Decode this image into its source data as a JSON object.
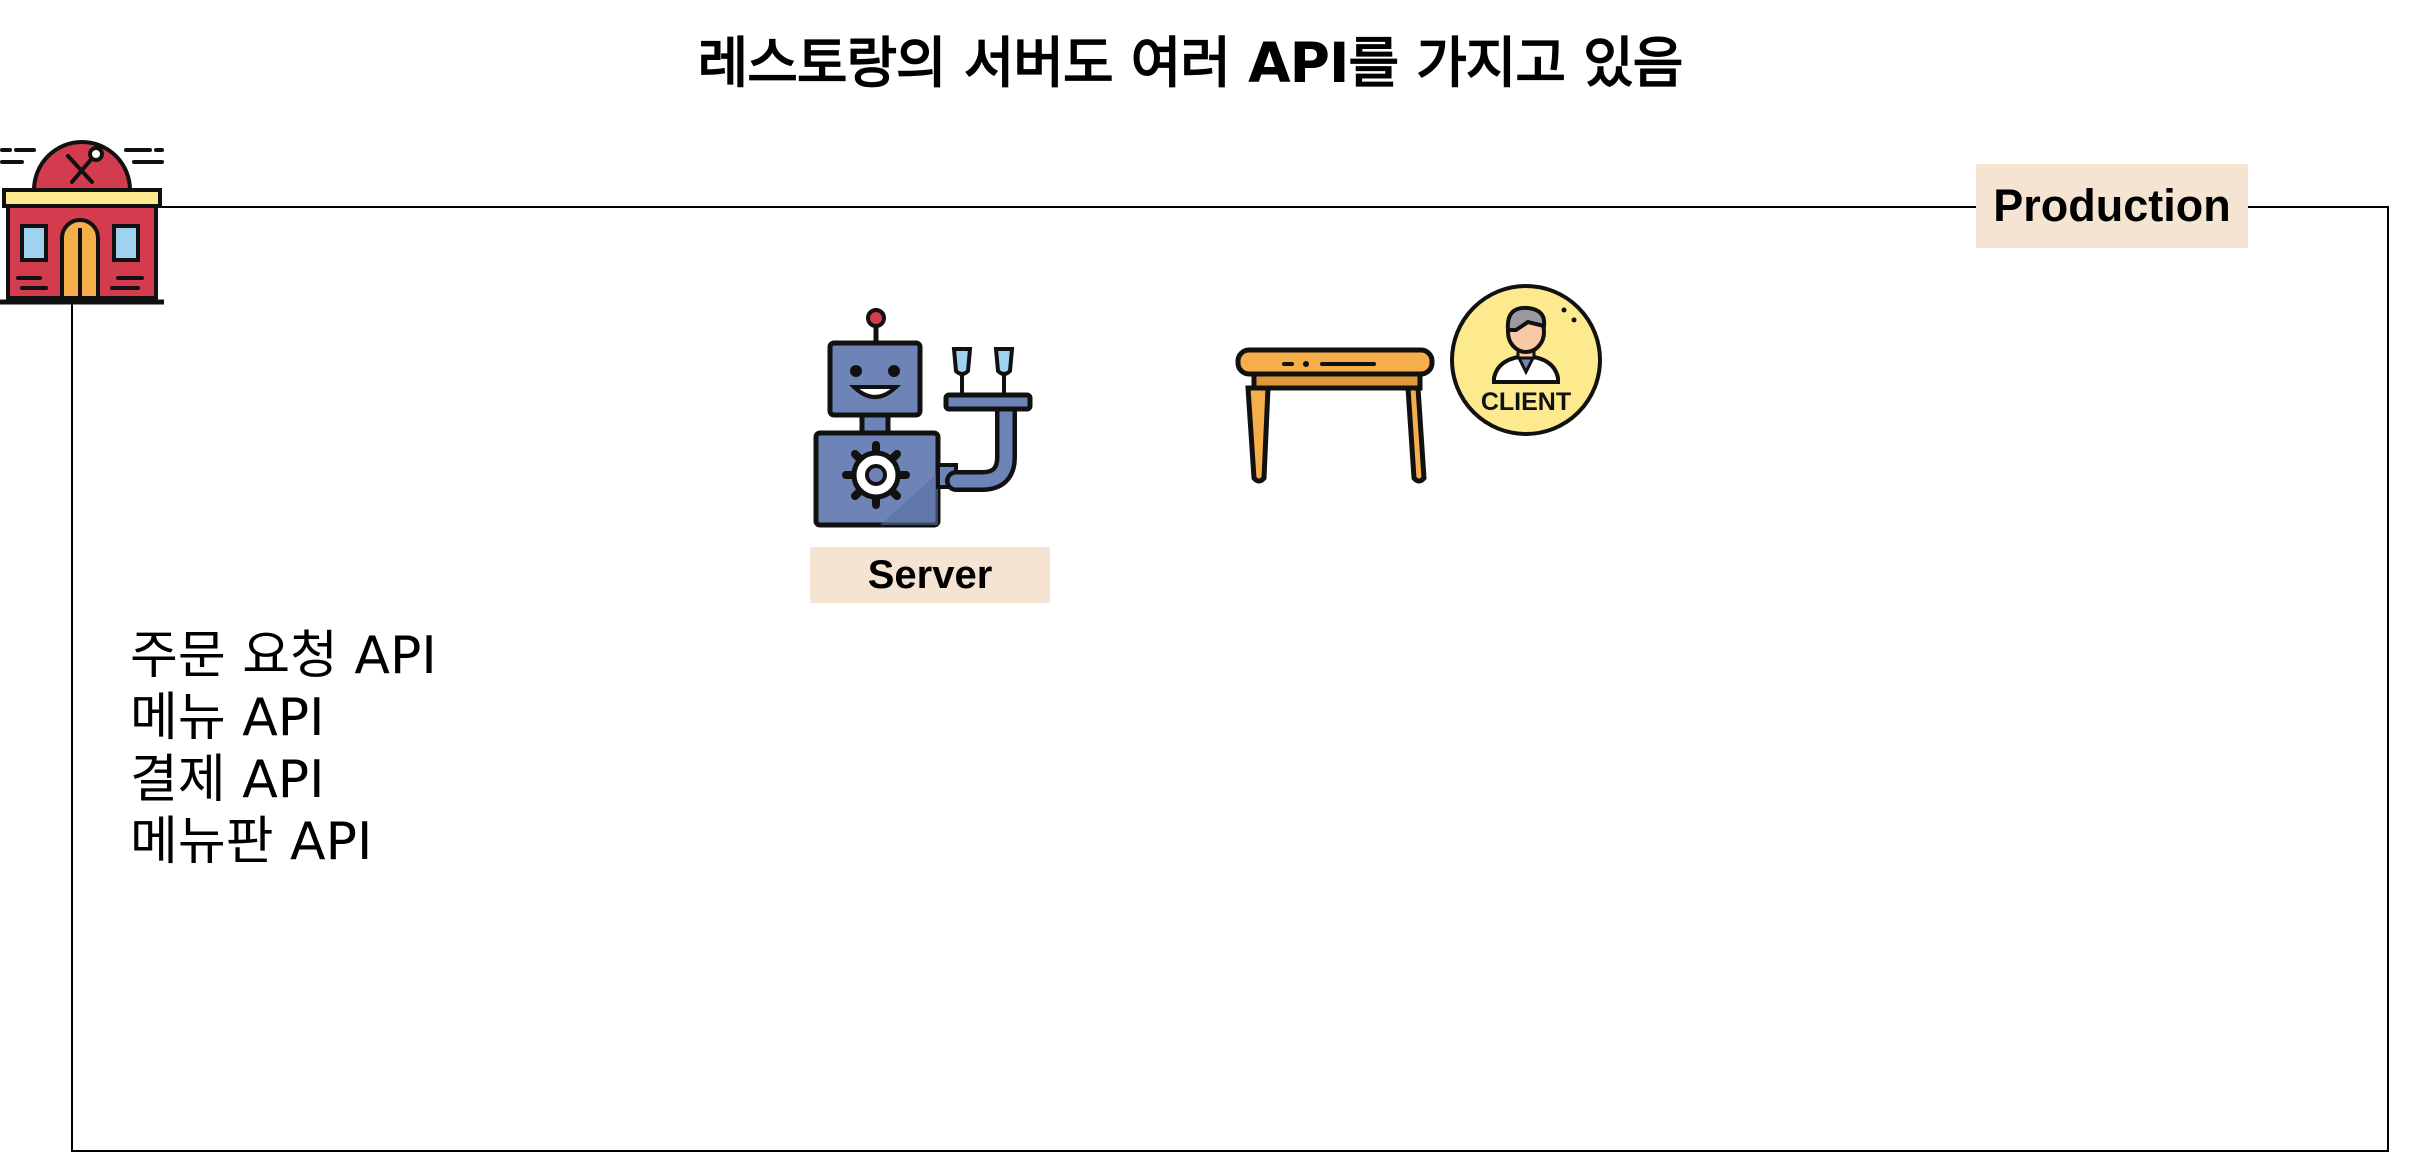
{
  "diagram": {
    "title": "레스토랑의 서버도 여러 API를 가지고 있음",
    "frame_label": "Production",
    "server_label": "Server",
    "client_badge": "CLIENT",
    "api_list": [
      "주문 요청 API",
      "메뉴 API",
      "결제 API",
      "메뉴판 API"
    ]
  },
  "colors": {
    "tag_background": "#f6e4d2",
    "restaurant_red": "#d23c4e",
    "robot_blue": "#6e84b6",
    "table_orange": "#f5ae4a",
    "client_yellow": "#fdea8f"
  }
}
